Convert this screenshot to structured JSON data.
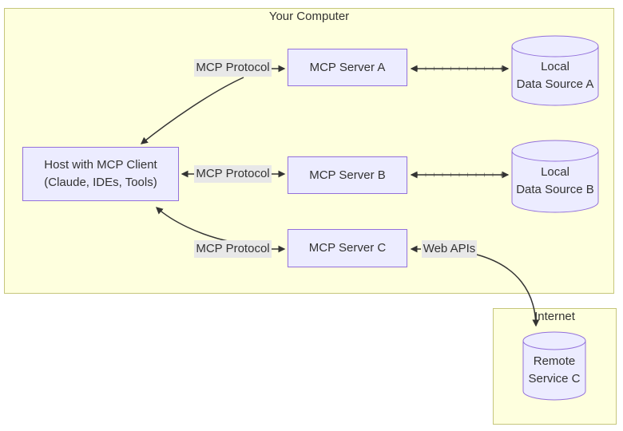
{
  "diagram": {
    "clusters": {
      "your_computer": {
        "label": "Your Computer"
      },
      "internet": {
        "label": "Internet"
      }
    },
    "nodes": {
      "host": {
        "line1": "Host with MCP Client",
        "line2": "(Claude, IDEs, Tools)"
      },
      "server_a": {
        "label": "MCP Server A"
      },
      "server_b": {
        "label": "MCP Server B"
      },
      "server_c": {
        "label": "MCP Server C"
      },
      "data_a": {
        "line1": "Local",
        "line2": "Data Source A"
      },
      "data_b": {
        "line1": "Local",
        "line2": "Data Source B"
      },
      "remote_c": {
        "line1": "Remote",
        "line2": "Service C"
      }
    },
    "edge_labels": {
      "mcp_a": "MCP Protocol",
      "mcp_b": "MCP Protocol",
      "mcp_c": "MCP Protocol",
      "web_apis": "Web APIs"
    },
    "colors": {
      "cluster_fill": "#feffde",
      "cluster_border": "#c6c67c",
      "node_fill": "#ececff",
      "node_border": "#9370db",
      "edge": "#333333",
      "label_bg": "#e8e8e8",
      "text": "#333333"
    }
  }
}
